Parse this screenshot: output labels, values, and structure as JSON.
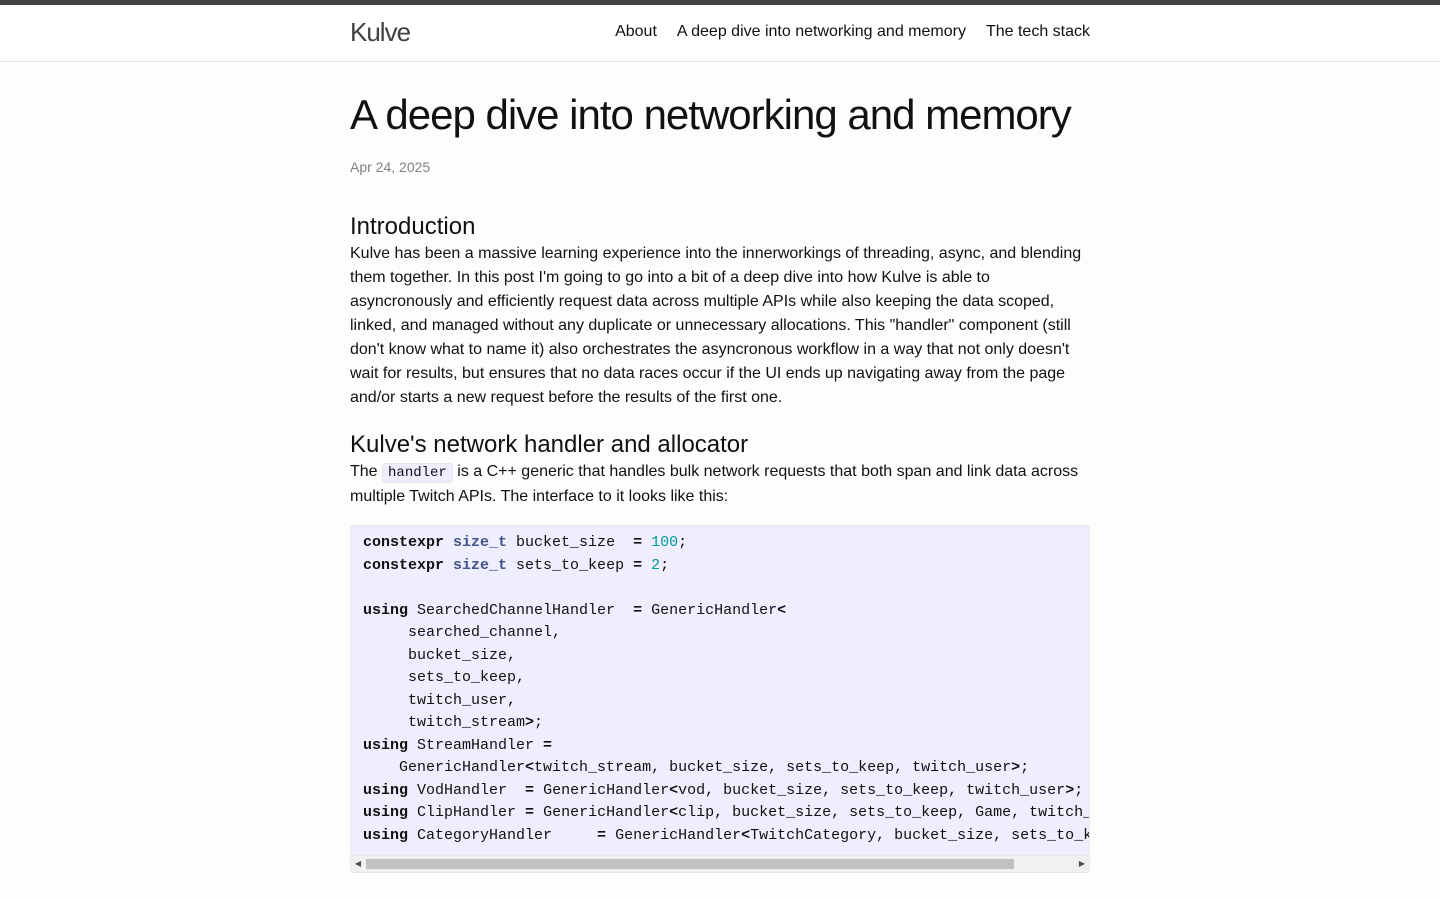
{
  "header": {
    "site_title": "Kulve",
    "nav": [
      {
        "label": "About"
      },
      {
        "label": "A deep dive into networking and memory"
      },
      {
        "label": "The tech stack"
      }
    ]
  },
  "post": {
    "title": "A deep dive into networking and memory",
    "date": "Apr 24, 2025",
    "sections": [
      {
        "heading": "Introduction",
        "paragraph": "Kulve has been a massive learning experience into the innerworkings of threading, async, and blending them together. In this post I'm going to go into a bit of a deep dive into how Kulve is able to asyncronously and efficiently request data across multiple APIs while also keeping the data scoped, linked, and managed without any duplicate or unnecessary allocations. This \"handler\" component (still don't know what to name it) also orchestrates the asyncronous workflow in a way that not only doesn't wait for results, but ensures that no data races occur if the UI ends up navigating away from the page and/or starts a new request before the results of the first one."
      },
      {
        "heading": "Kulve's network handler and allocator",
        "paragraph_before": "The ",
        "inline_code": "handler",
        "paragraph_after": " is a C++ generic that handles bulk network requests that both span and link data across multiple Twitch APIs. The interface to it looks like this:"
      }
    ],
    "code": {
      "line1": {
        "kw": "constexpr",
        "type": "size_t",
        "name": " bucket_size  ",
        "op": "=",
        "num": "100",
        "end": ";"
      },
      "line2": {
        "kw": "constexpr",
        "type": "size_t",
        "name": " sets_to_keep ",
        "op": "=",
        "num": "2",
        "end": ";"
      },
      "line4": {
        "kw": "using",
        "name": " SearchedChannelHandler  ",
        "op": "=",
        "rest": " GenericHandler",
        "open": "<"
      },
      "line5": "     searched_channel,",
      "line6": "     bucket_size,",
      "line7": "     sets_to_keep,",
      "line8": "     twitch_user,",
      "line9": {
        "text": "     twitch_stream",
        "close": ">",
        "end": ";"
      },
      "line10": {
        "kw": "using",
        "name": " StreamHandler ",
        "op": "="
      },
      "line11": {
        "pre": "    GenericHandler",
        "open": "<",
        "text": "twitch_stream, bucket_size, sets_to_keep, twitch_user",
        "close": ">",
        "end": ";"
      },
      "line12": {
        "kw": "using",
        "name": " VodHandler  ",
        "op": "=",
        "pre": " GenericHandler",
        "open": "<",
        "text": "vod, bucket_size, sets_to_keep, twitch_user",
        "close": ">",
        "end": ";"
      },
      "line13": {
        "kw": "using",
        "name": " ClipHandler ",
        "op": "=",
        "pre": " GenericHandler",
        "open": "<",
        "text": "clip, bucket_size, sets_to_keep, Game, twitch_"
      },
      "line14": {
        "kw": "using",
        "name": " CategoryHandler     ",
        "op": "=",
        "pre": " GenericHandler",
        "open": "<",
        "text": "TwitchCategory, bucket_size, sets_to_k"
      }
    }
  },
  "colors": {
    "accent_bar": "#424242",
    "code_background": "#eeeeff",
    "type_color": "#445588",
    "number_color": "#009999"
  },
  "icons": {
    "scroll_left": "triangle-left",
    "scroll_right": "triangle-right"
  }
}
